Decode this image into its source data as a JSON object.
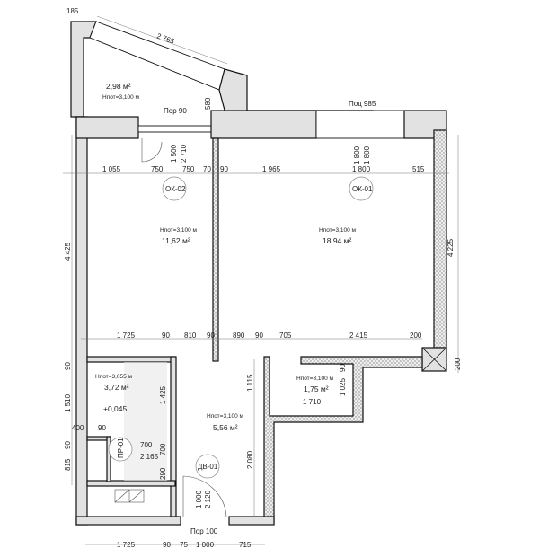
{
  "plan": {
    "loggia": {
      "area": "2,98 м²",
      "height": "Нпот=3,100 м"
    },
    "room_left": {
      "area": "11,62 м²",
      "height": "Нпот=3,100 м"
    },
    "room_right": {
      "area": "18,94 м²",
      "height": "Нпот=3,100 м"
    },
    "bathroom": {
      "area": "3,72 м²",
      "height": "Нпот=3,055 м",
      "level": "+0,045"
    },
    "hall": {
      "area": "5,56 м²",
      "height": "Нпот=3,100 м"
    },
    "storage": {
      "area": "1,75 м²",
      "height": "Нпот=3,100 м"
    },
    "tags": {
      "window_2": "ОК-02",
      "window_1": "ОК-01",
      "partition": "ПР-01",
      "door": "ДВ-01"
    },
    "notes": {
      "threshold_top": "Пор 90",
      "sill": "Под 985",
      "threshold_bottom": "Пор 100"
    },
    "dims_top": [
      "185",
      "2 765",
      "580"
    ],
    "dims_row1": [
      "1 055",
      "750",
      "750",
      "70",
      "90",
      "1 965",
      "1 800",
      "515"
    ],
    "dims_row1_vert": [
      "1 500",
      "2 710",
      "1 800",
      "1 800"
    ],
    "dims_left": [
      "4 425",
      "90",
      "1 510",
      "400",
      "90",
      "815"
    ],
    "dims_right": [
      "4 225",
      "200"
    ],
    "dims_row2": [
      "1 725",
      "90",
      "810",
      "90",
      "890",
      "90",
      "705",
      "2 415",
      "200"
    ],
    "dims_bath": [
      "1 425",
      "90",
      "700",
      "2 165",
      "700",
      "290"
    ],
    "dims_hall": [
      "1 000",
      "2 120",
      "1 115",
      "2 080"
    ],
    "dims_storage": [
      "1 710",
      "90",
      "1 025"
    ],
    "dims_bottom": [
      "1 725",
      "90",
      "75",
      "1 000",
      "715"
    ]
  }
}
